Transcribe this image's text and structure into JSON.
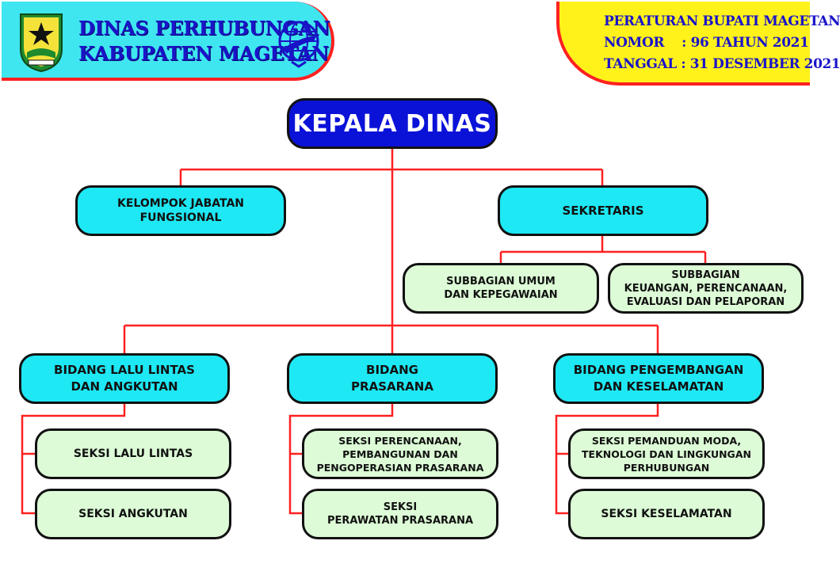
{
  "header": {
    "title_line1": "DINAS PERHUBUNGAN",
    "title_line2": "KABUPATEN MAGETAN",
    "left_logo": "magetan-regency-emblem",
    "right_logo": "dishub-globe-emblem"
  },
  "regulation": {
    "line1": "PERATURAN BUPATI MAGETAN",
    "line2": "NOMOR    : 96 TAHUN 2021",
    "line3": "TANGGAL : 31 DESEMBER 2021"
  },
  "org": {
    "head": "KEPALA DINAS",
    "fungsional": "KELOMPOK JABATAN\nFUNGSIONAL",
    "sekretaris": "SEKRETARIS",
    "subbag_umum": "SUBBAGIAN UMUM\nDAN KEPEGAWAIAN",
    "subbag_keuangan": "SUBBAGIAN\nKEUANGAN, PERENCANAAN,\nEVALUASI DAN PELAPORAN",
    "bidang_lalin": "BIDANG LALU LINTAS\nDAN ANGKUTAN",
    "bidang_prasarana": "BIDANG\nPRASARANA",
    "bidang_pengembangan": "BIDANG PENGEMBANGAN\nDAN KESELAMATAN",
    "seksi_lalin": "SEKSI LALU LINTAS",
    "seksi_angkutan": "SEKSI ANGKUTAN",
    "seksi_perencanaan": "SEKSI PERENCANAAN,\nPEMBANGUNAN DAN\nPENGOPERASIAN PRASARANA",
    "seksi_perawatan": "SEKSI\nPERAWATAN PRASARANA",
    "seksi_pemanduan": "SEKSI PEMANDUAN MODA,\nTEKNOLOGI DAN LINGKUNGAN\nPERHUBUNGAN",
    "seksi_keselamatan": "SEKSI KESELAMATAN"
  },
  "colors": {
    "connector": "#ff2020",
    "head_fill": "#0b12d8",
    "cyan_fill": "#1ee8f4",
    "green_fill": "#dcfbd6",
    "header_fill": "#3fe6ef",
    "regulation_fill": "#fff21a"
  }
}
